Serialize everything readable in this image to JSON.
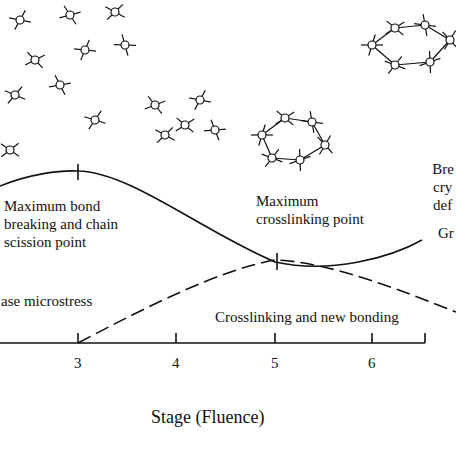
{
  "diagram": {
    "labels": [
      "Maximum bond breaking and chain scission point",
      "Maximum crosslinking point",
      "Bre",
      "cry",
      "def",
      "Gr",
      "ase microstress",
      "Crosslinking and new bonding",
      "3",
      "4",
      "5",
      "6",
      "Stage (Fluence)"
    ]
  }
}
